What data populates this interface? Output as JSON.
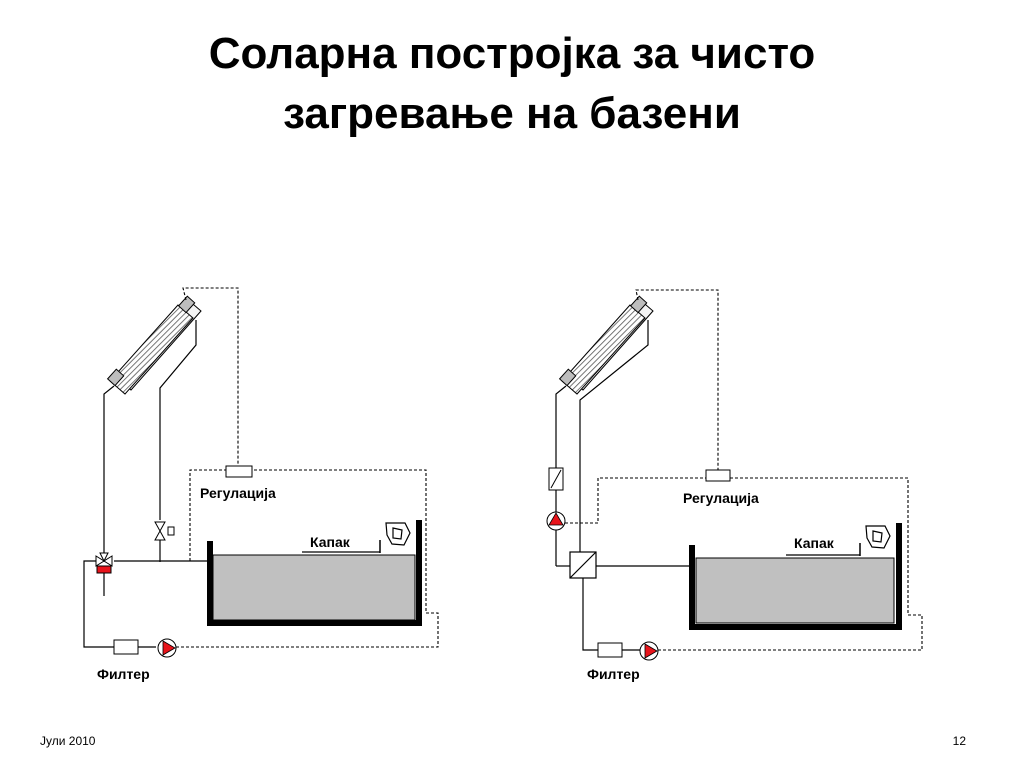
{
  "slide": {
    "title_line1": "Соларна постројка за чисто",
    "title_line2": "загревање на базени"
  },
  "left_diagram": {
    "regulation_label": "Регулација",
    "cover_label": "Капак",
    "filter_label": "Филтер"
  },
  "right_diagram": {
    "regulation_label": "Регулација",
    "cover_label": "Капак",
    "filter_label": "Филтер"
  },
  "footer": {
    "date": "Јули 2010",
    "page_number": "12"
  },
  "colors": {
    "pool_water": "#c0c0c0",
    "pump_red": "#e8141b",
    "line": "#000000"
  }
}
